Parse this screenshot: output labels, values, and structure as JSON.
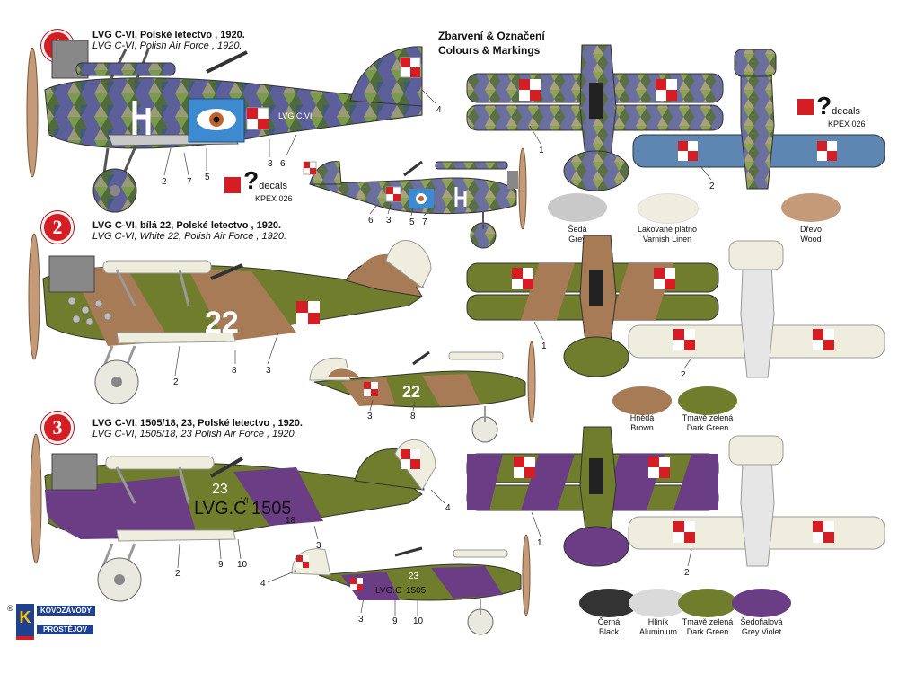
{
  "header": {
    "colours_cz": "Zbarvení & Označení",
    "colours_en": "Colours & Markings"
  },
  "schemes": [
    {
      "number": "1",
      "title": "LVG C-VI, Polské letectvo , 1920.",
      "subtitle": "LVG C-VI, Polish Air Force , 1920."
    },
    {
      "number": "2",
      "title": "LVG C-VI, bílá 22, Polské letectvo , 1920.",
      "subtitle": "LVG C-VI,  White 22, Polish Air Force , 1920.",
      "fuselage_code": "22"
    },
    {
      "number": "3",
      "title": "LVG C-VI, 1505/18, 23, Polské letectvo , 1920.",
      "subtitle": "LVG C-VI, 1505/18, 23 Polish Air Force , 1920.",
      "tail_number": "23",
      "serial": "LVG.C",
      "serial_sup": "VI",
      "serial_num": "1505",
      "serial_year": "18"
    }
  ],
  "decals": [
    {
      "word": "decals",
      "ref": "KPEX 026"
    },
    {
      "word": "decals",
      "ref": "KPEX 026"
    }
  ],
  "colour_swatches": {
    "set1": [
      {
        "cz": "Šedá",
        "en": "Grey",
        "hex": "#c9c9c9"
      },
      {
        "cz": "Lakované plátno",
        "en": "Varnish Linen",
        "hex": "#efeede"
      },
      {
        "cz": "Dřevo",
        "en": "Wood",
        "hex": "#c49a78"
      }
    ],
    "set2": [
      {
        "cz": "Hnědá",
        "en": "Brown",
        "hex": "#a67b55"
      },
      {
        "cz": "Tmavě zelená",
        "en": "Dark Green",
        "hex": "#6f7d2c"
      }
    ],
    "set3": [
      {
        "cz": "Černá",
        "en": "Black",
        "hex": "#333333"
      },
      {
        "cz": "Hliník",
        "en": "Aluminium",
        "hex": "#dadada"
      },
      {
        "cz": "Tmavě zelená",
        "en": "Dark Green",
        "hex": "#6f7d2c"
      },
      {
        "cz": "Šedofialová",
        "en": "Grey Violet",
        "hex": "#6a3d84"
      }
    ]
  },
  "callouts": {
    "a1": [
      "2",
      "7",
      "5",
      "3",
      "6",
      "4"
    ],
    "a1s": [
      "6",
      "3",
      "5",
      "7"
    ],
    "a1t": [
      "1",
      "2"
    ],
    "a2": [
      "2",
      "8",
      "3"
    ],
    "a2s": [
      "3",
      "8"
    ],
    "a2t": [
      "1",
      "2"
    ],
    "a3": [
      "2",
      "9",
      "10",
      "3",
      "4"
    ],
    "a3s": [
      "4",
      "3",
      "9",
      "10"
    ],
    "a3t": [
      "1",
      "2"
    ]
  },
  "logo": {
    "line1": "KOVOZÁVODY",
    "line2": "PROSTĚJOV",
    "mark": "K",
    "reg": "®"
  },
  "colors": {
    "red": "#d41e24",
    "brown": "#a67b55",
    "green": "#6f7d2c",
    "violet": "#6a3d84",
    "linen": "#efeede",
    "wood": "#c49a78"
  }
}
